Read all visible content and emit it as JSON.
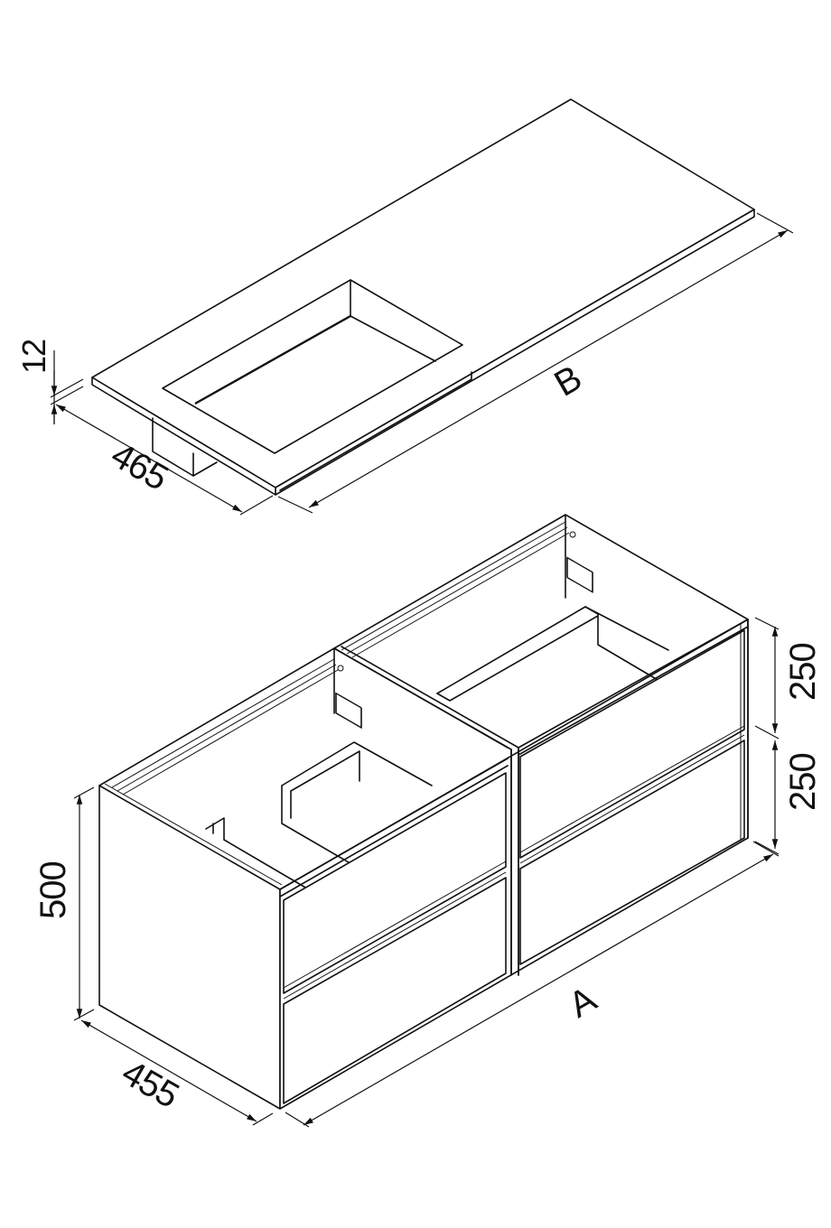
{
  "diagram": {
    "type": "isometric technical dimension drawing",
    "subject": "bathroom vanity: countertop with integrated left basin above a 4-drawer wall-hung cabinet (two modules)",
    "stroke_color": "#111111",
    "background": "#ffffff"
  },
  "countertop": {
    "label_length": "B",
    "label_depth": "465",
    "label_thickness": "12",
    "basin_position": "left"
  },
  "cabinet": {
    "label_width": "A",
    "label_depth": "455",
    "label_height": "500",
    "label_drawer_upper": "250",
    "label_drawer_lower": "250",
    "modules": 2,
    "drawers_per_module": 2
  }
}
